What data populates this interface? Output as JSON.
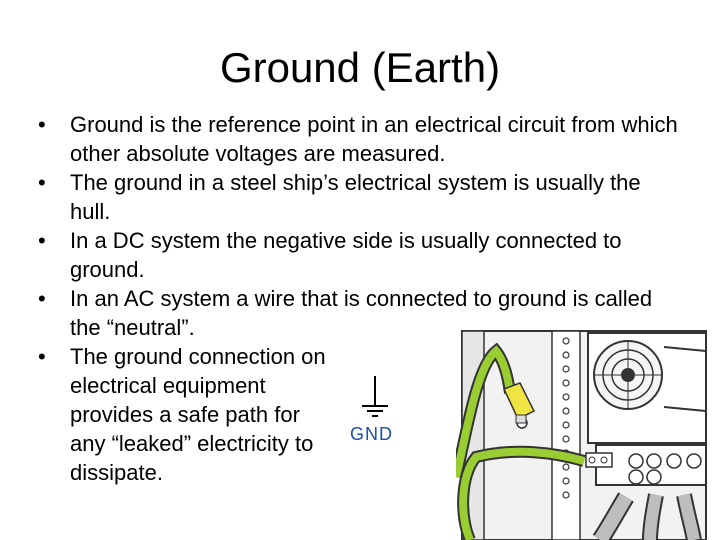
{
  "slide": {
    "title": "Ground (Earth)",
    "bullet_glyph": "•",
    "bullets": [
      "Ground is the reference point in an electrical circuit from which other absolute voltages are measured.",
      "The ground in a steel ship’s electrical system is usually the hull.",
      "In a DC system the negative side is usually connected to ground.",
      "In an AC system a wire that is connected to ground is called the “neutral”.",
      "The ground connection on electrical equipment provides a safe path for any “leaked” electricity to dissipate."
    ]
  },
  "diagram": {
    "ground_label": "GND",
    "ground_label_color": "#1a4fb0",
    "wire_color": "#9acd32",
    "lug_color": "#f0e442"
  }
}
